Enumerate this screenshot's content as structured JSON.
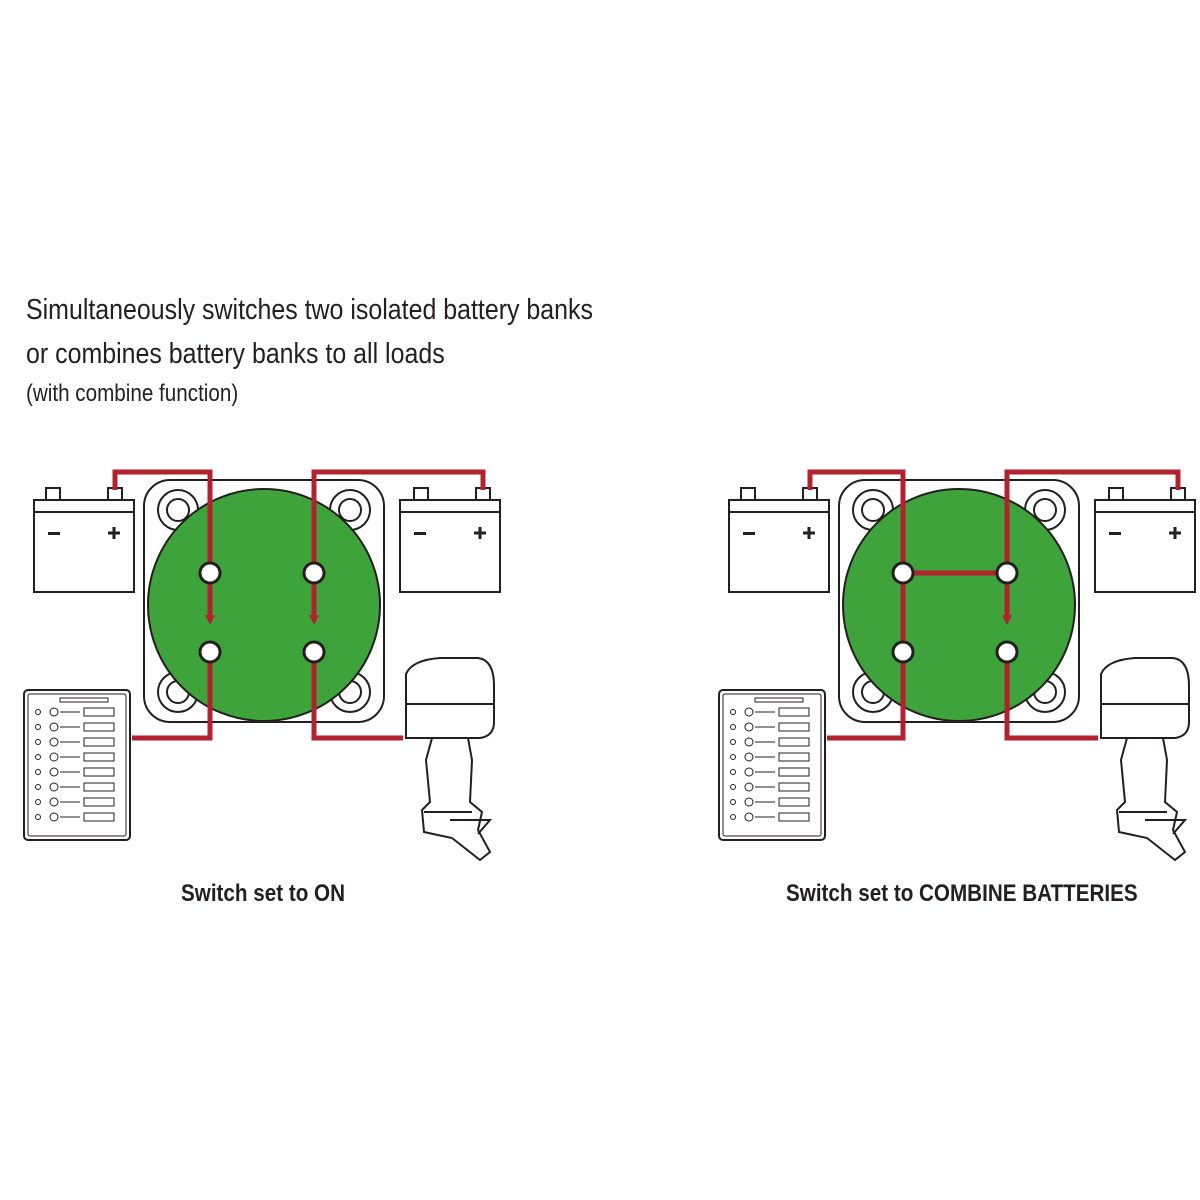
{
  "heading": {
    "line1": "Simultaneously switches two isolated battery banks",
    "line2": "or combines battery banks to all loads",
    "line3": "(with combine function)"
  },
  "diagrams": [
    {
      "caption": "Switch set to ON",
      "mode": "on"
    },
    {
      "caption": "Switch set to COMBINE BATTERIES",
      "mode": "combine"
    }
  ],
  "colors": {
    "wire": "#b3212e",
    "switch_green": "#3da33a",
    "outline": "#231f20"
  }
}
